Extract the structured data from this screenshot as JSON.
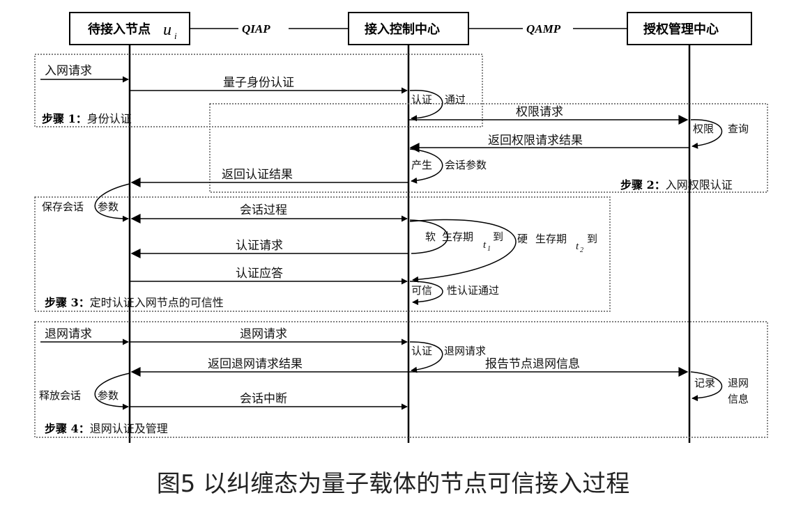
{
  "entities": {
    "node": "待接入节点",
    "node_var": "u",
    "node_sub": "i",
    "access_center": "接入控制中心",
    "auth_center": "授权管理中心"
  },
  "protocols": {
    "qiap": "QIAP",
    "qamp": "QAMP"
  },
  "steps": {
    "s1_label": "步骤 1：",
    "s1_text": "身份认证",
    "s2_label": "步骤 2：",
    "s2_text": "入网权限认证",
    "s3_label": "步骤 3：",
    "s3_text": "定时认证入网节点的可信性",
    "s4_label": "步骤 4：",
    "s4_text": "退网认证及管理"
  },
  "messages": {
    "join_request": "入网请求",
    "quantum_id_auth": "量子身份认证",
    "auth_pass_a": "认证",
    "auth_pass_b": "通过",
    "perm_request": "权限请求",
    "perm_query_a": "权限",
    "perm_query_b": "查询",
    "return_perm_result": "返回权限请求结果",
    "gen_session_a": "产生",
    "gen_session_b": "会话参数",
    "return_auth_result": "返回认证结果",
    "save_session_a": "保存会话",
    "save_session_b": "参数",
    "session_process": "会话过程",
    "soft_life_a": "软",
    "soft_life_b": "生存期",
    "soft_life_t": "t",
    "soft_life_sub": "1",
    "soft_life_c": "到",
    "hard_life_a": "硬",
    "hard_life_b": "生存期",
    "hard_life_t": "t",
    "hard_life_sub": "2",
    "hard_life_c": "到",
    "auth_request": "认证请求",
    "auth_response": "认证应答",
    "trust_pass_a": "可信",
    "trust_pass_b": "性认证通过",
    "leave_request_left": "退网请求",
    "leave_request": "退网请求",
    "leave_auth_a": "认证",
    "leave_auth_b": "退网请求",
    "return_leave_result": "返回退网请求结果",
    "report_leave": "报告节点退网信息",
    "release_session_a": "释放会话",
    "release_session_b": "参数",
    "record_a": "记录",
    "record_b": "退网",
    "record_c": "信息",
    "session_interrupt": "会话中断"
  },
  "caption": "图5  以纠缠态为量子载体的节点可信接入过程"
}
